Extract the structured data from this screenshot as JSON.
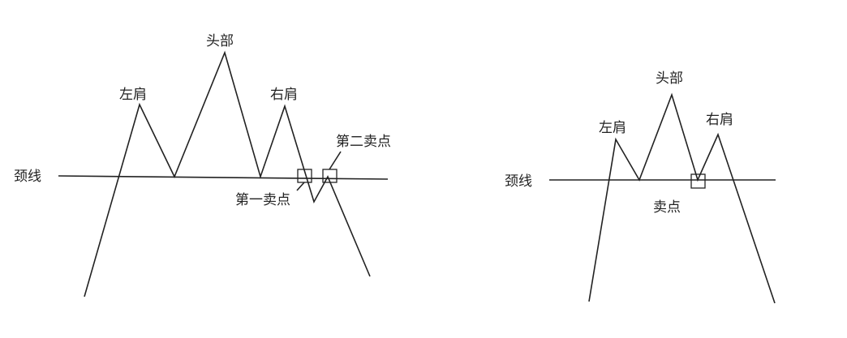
{
  "colors": {
    "ink": "#222222",
    "background": "#ffffff"
  },
  "left_diagram": {
    "labels": {
      "head": "头部",
      "left_shoulder": "左肩",
      "right_shoulder": "右肩",
      "neckline": "颈线",
      "first_sell": "第一卖点",
      "second_sell": "第二卖点"
    }
  },
  "right_diagram": {
    "labels": {
      "head": "头部",
      "left_shoulder": "左肩",
      "right_shoulder": "右肩",
      "neckline": "颈线",
      "sell": "卖点"
    }
  }
}
